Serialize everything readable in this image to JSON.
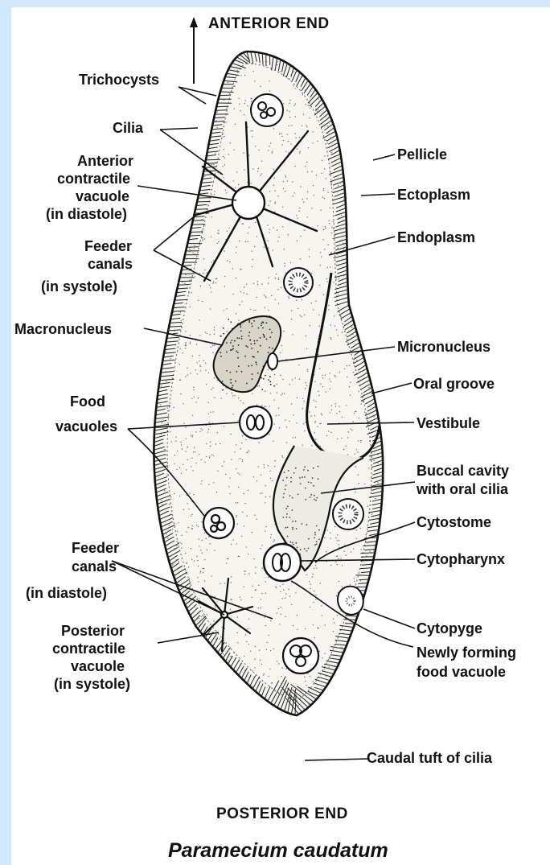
{
  "diagram": {
    "anterior_end": "ANTERIOR END",
    "posterior_end": "POSTERIOR END",
    "title": "Paramecium caudatum",
    "labels": {
      "trichocysts": "Trichocysts",
      "cilia": "Cilia",
      "anterior_cv_1": "Anterior",
      "anterior_cv_2": "contractile",
      "anterior_cv_3": "vacuole",
      "anterior_cv_4": "(in diastole)",
      "feeder_sys_1": "Feeder",
      "feeder_sys_2": "canals",
      "feeder_sys_3": "(in systole)",
      "macronucleus": "Macronucleus",
      "food_1": "Food",
      "food_2": "vacuoles",
      "feeder_dia_1": "Feeder",
      "feeder_dia_2": "canals",
      "feeder_dia_3": "(in diastole)",
      "posterior_cv_1": "Posterior",
      "posterior_cv_2": "contractile",
      "posterior_cv_3": "vacuole",
      "posterior_cv_4": "(in systole)",
      "pellicle": "Pellicle",
      "ectoplasm": "Ectoplasm",
      "endoplasm": "Endoplasm",
      "micronucleus": "Micronucleus",
      "oral_groove": "Oral groove",
      "vestibule": "Vestibule",
      "buccal_1": "Buccal cavity",
      "buccal_2": "with oral cilia",
      "cytostome": "Cytostome",
      "cytopharynx": "Cytopharynx",
      "cytopyge": "Cytopyge",
      "newly_1": "Newly forming",
      "newly_2": "food vacuole",
      "caudal": "Caudal tuft of cilia"
    }
  }
}
